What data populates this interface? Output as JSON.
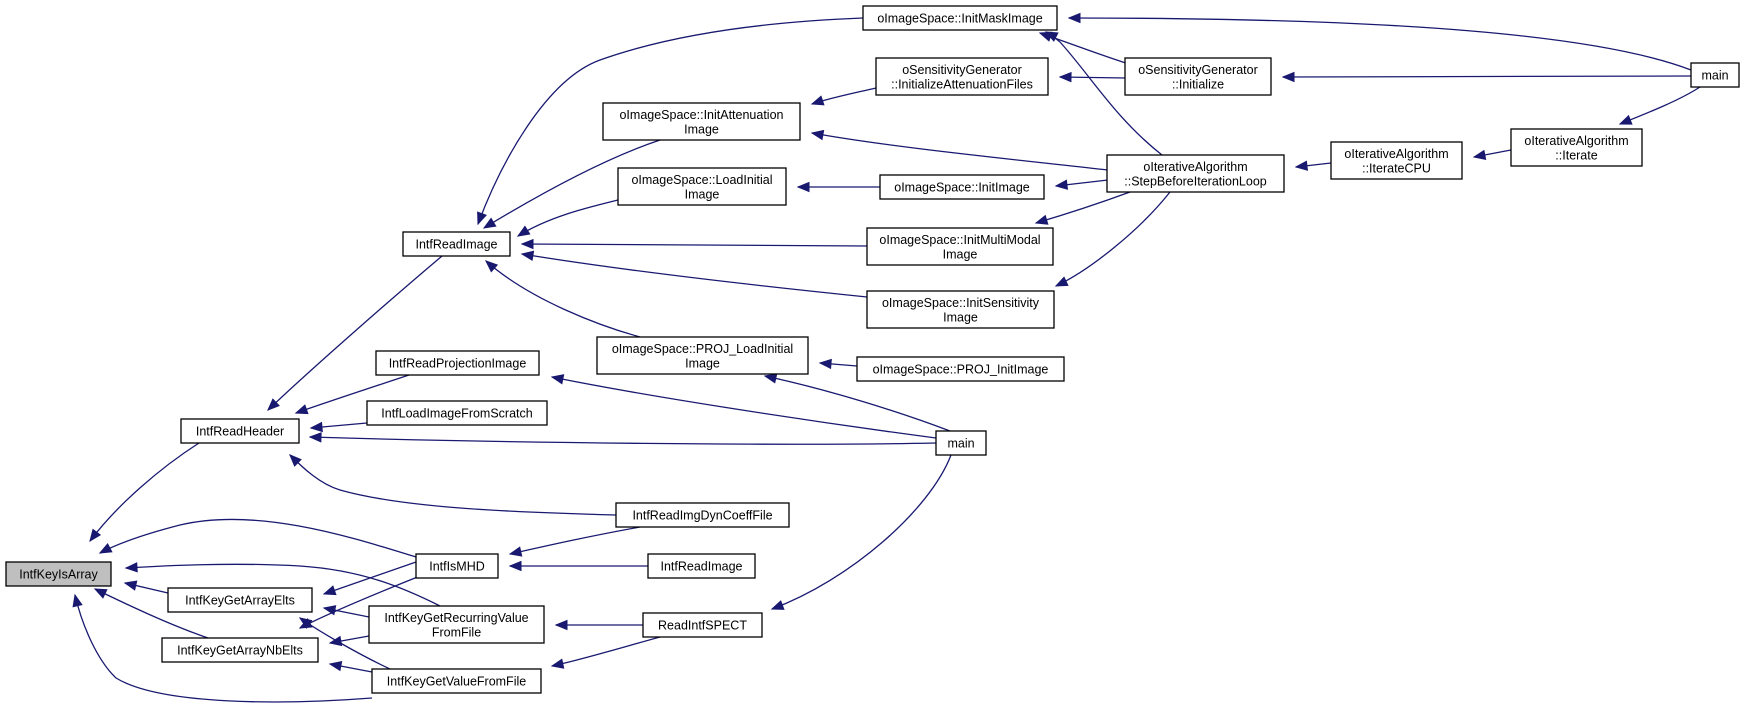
{
  "graph": {
    "edge_color": "#191970",
    "highlight_fill": "#bfbfbf",
    "nodes": {
      "n_keyisarray": {
        "lines": [
          "IntfKeyIsArray"
        ],
        "highlight": true
      },
      "n_readheader": {
        "lines": [
          "IntfReadHeader"
        ]
      },
      "n_getarrayelts": {
        "lines": [
          "IntfKeyGetArrayElts"
        ]
      },
      "n_getarraynbelts": {
        "lines": [
          "IntfKeyGetArrayNbElts"
        ]
      },
      "n_readimage": {
        "lines": [
          "IntfReadImage"
        ]
      },
      "n_readprojimage": {
        "lines": [
          "IntfReadProjectionImage"
        ]
      },
      "n_loadfromscratch": {
        "lines": [
          "IntfLoadImageFromScratch"
        ]
      },
      "n_ismhd": {
        "lines": [
          "IntfIsMHD"
        ]
      },
      "n_getrecurring": {
        "lines": [
          "IntfKeyGetRecurringValue",
          "FromFile"
        ]
      },
      "n_getvalue": {
        "lines": [
          "IntfKeyGetValueFromFile"
        ]
      },
      "n_initmask": {
        "lines": [
          "oImageSpace::InitMaskImage"
        ]
      },
      "n_initatten": {
        "lines": [
          "oImageSpace::InitAttenuation",
          "Image"
        ]
      },
      "n_loadinitial": {
        "lines": [
          "oImageSpace::LoadInitial",
          "Image"
        ]
      },
      "n_initmultimodal": {
        "lines": [
          "oImageSpace::InitMultiModal",
          "Image"
        ]
      },
      "n_initsens": {
        "lines": [
          "oImageSpace::InitSensitivity",
          "Image"
        ]
      },
      "n_projloadinitial": {
        "lines": [
          "oImageSpace::PROJ_LoadInitial",
          "Image"
        ]
      },
      "n_readimgdyn": {
        "lines": [
          "IntfReadImgDynCoeffFile"
        ]
      },
      "n_readimage2": {
        "lines": [
          "IntfReadImage"
        ]
      },
      "n_readintfspect": {
        "lines": [
          "ReadIntfSPECT"
        ]
      },
      "n_main_mid": {
        "lines": [
          "main"
        ]
      },
      "n_initattenfiles": {
        "lines": [
          "oSensitivityGenerator",
          "::InitializeAttenuationFiles"
        ]
      },
      "n_initimage": {
        "lines": [
          "oImageSpace::InitImage"
        ]
      },
      "n_projinitimage": {
        "lines": [
          "oImageSpace::PROJ_InitImage"
        ]
      },
      "n_sensinit": {
        "lines": [
          "oSensitivityGenerator",
          "::Initialize"
        ]
      },
      "n_stepbefore": {
        "lines": [
          "oIterativeAlgorithm",
          "::StepBeforeIterationLoop"
        ]
      },
      "n_iteratecpu": {
        "lines": [
          "oIterativeAlgorithm",
          "::IterateCPU"
        ]
      },
      "n_iterate": {
        "lines": [
          "oIterativeAlgorithm",
          "::Iterate"
        ]
      },
      "n_main_right": {
        "lines": [
          "main"
        ]
      }
    }
  }
}
